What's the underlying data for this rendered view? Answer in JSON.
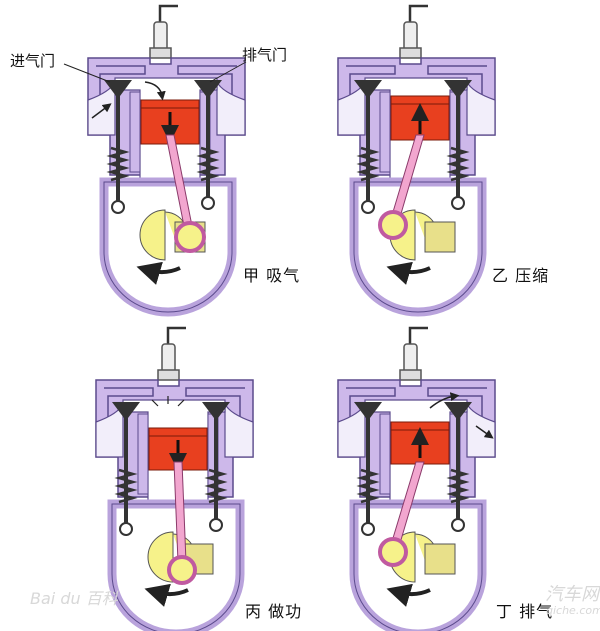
{
  "labels": {
    "intake_valve": "进气门",
    "exhaust_valve": "排气门"
  },
  "stages": [
    {
      "name": "甲 吸气",
      "piston": "down"
    },
    {
      "name": "乙 压缩",
      "piston": "up"
    },
    {
      "name": "丙 做功",
      "piston": "down"
    },
    {
      "name": "丁 排气",
      "piston": "up"
    }
  ],
  "watermarks": {
    "left": "Bai du 百科",
    "right": "汽车网",
    "right_sub": "qiche.com"
  },
  "colors": {
    "body": "#cdb8ea",
    "outline": "#5b4a8c",
    "piston": "#e8401f",
    "rod": "#f2a6cf",
    "crank": "#f6f28a",
    "valve": "#333333"
  }
}
